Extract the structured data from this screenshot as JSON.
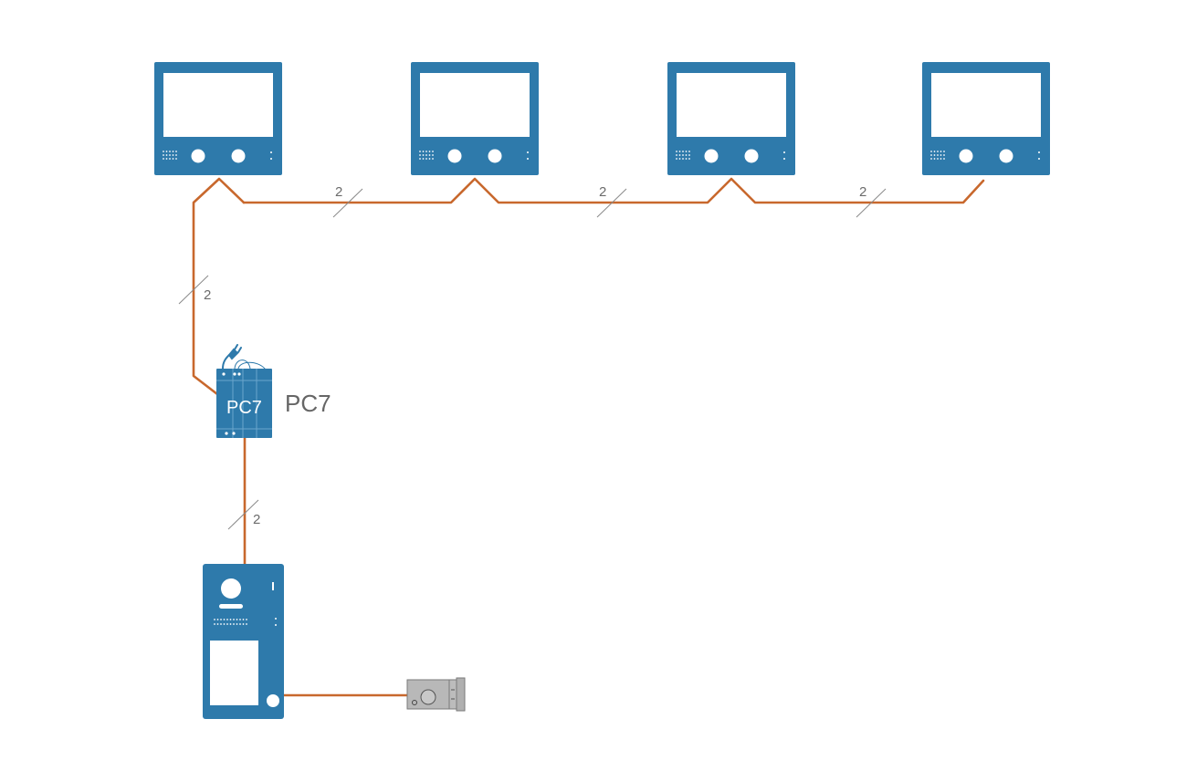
{
  "diagram": {
    "power_supply": {
      "label": "PC7",
      "face_text": "PC7"
    },
    "wire_counts": {
      "monitor_1_2": "2",
      "monitor_2_3": "2",
      "monitor_3_4": "2",
      "psu_to_monitors": "2",
      "psu_to_door_station": "2"
    },
    "colors": {
      "device_blue": "#2e7aab",
      "wire_orange": "#c8682d",
      "lock_grey": "#b8b8b8"
    },
    "icons": [
      "monitor-icon",
      "door-station-icon",
      "power-supply-icon",
      "plug-icon",
      "door-lock-icon"
    ]
  }
}
